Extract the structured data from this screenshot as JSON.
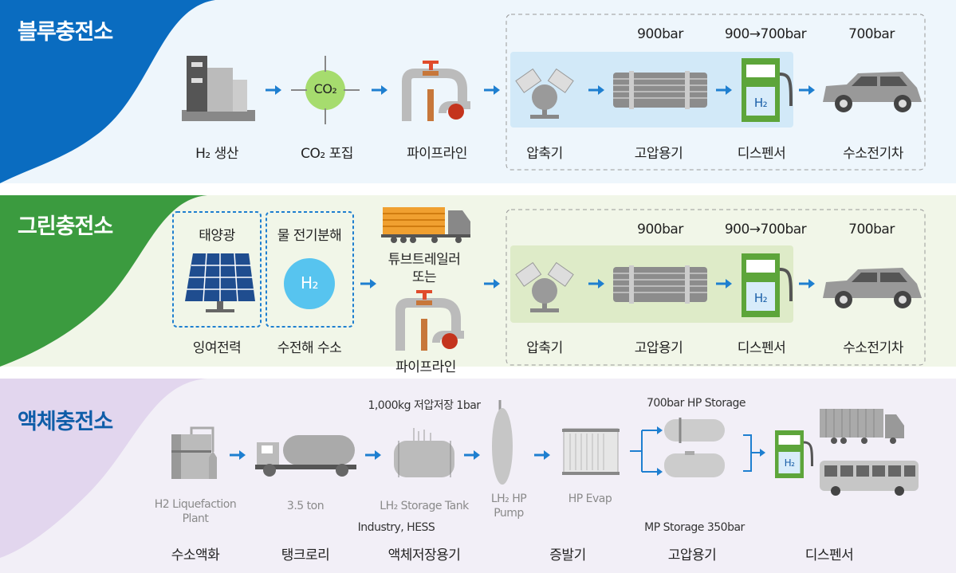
{
  "blue": {
    "title": "블루충전소",
    "top": [
      "900bar",
      "900→700bar",
      "700bar"
    ],
    "steps": [
      "H₂ 생산",
      "CO₂ 포집",
      "파이프라인",
      "압축기",
      "고압용기",
      "디스펜서",
      "수소전기차"
    ],
    "co2_icon": "CO₂",
    "h2_icon": "H₂"
  },
  "green": {
    "title": "그린충전소",
    "top": [
      "900bar",
      "900→700bar",
      "700bar"
    ],
    "box_labels": [
      "태양광",
      "물 전기분해"
    ],
    "box_captions": [
      "잉여전력",
      "수전해 수소"
    ],
    "h2_circle": "H₂",
    "tube_trailer": "튜브트레일러",
    "or": "또는",
    "pipeline": "파이프라인",
    "steps": [
      "압축기",
      "고압용기",
      "디스펜서",
      "수소전기차"
    ],
    "h2_icon": "H₂"
  },
  "liquid": {
    "title": "액체충전소",
    "steps": [
      "수소액화",
      "탱크로리",
      "액체저장용기",
      "증발기",
      "고압용기",
      "디스펜서"
    ],
    "gray": {
      "plant1": "H2 Liquefaction",
      "plant2": "Plant",
      "ton": "3.5 ton",
      "tank": "LH₂ Storage Tank",
      "pump1": "LH₂ HP",
      "pump2": "Pump",
      "evap": "HP Evap"
    },
    "notes": {
      "low": "1,000kg 저압저장 1bar",
      "hp": "700bar HP Storage",
      "industry": "Industry, HESS",
      "mp": "MP Storage 350bar"
    },
    "h2_icon": "H₂"
  },
  "colors": {
    "blue": "#0a6cc0",
    "green": "#3b9b3f",
    "purple": "#e2d6ee",
    "arrow": "#1e7fd0"
  }
}
